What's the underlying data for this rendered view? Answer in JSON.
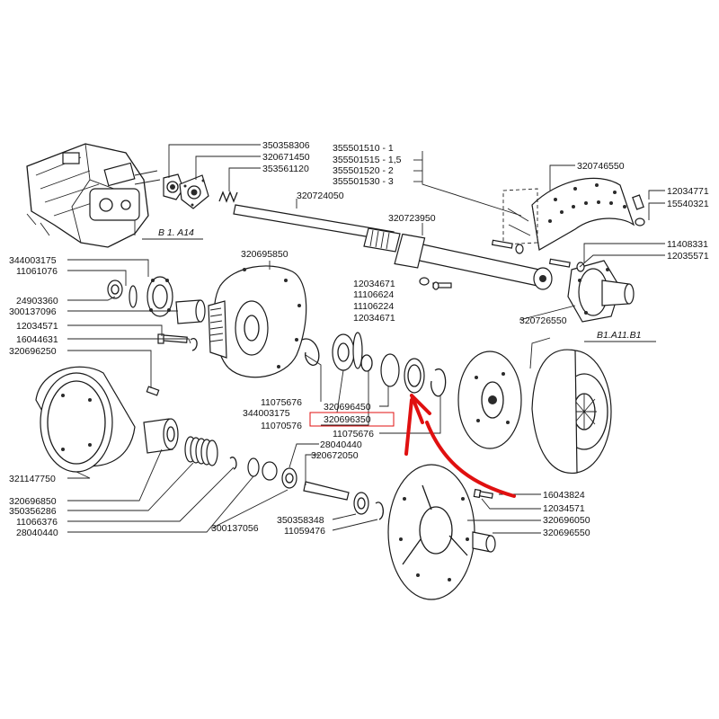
{
  "diagram": {
    "title": "",
    "labels": {
      "p350358306": "350358306",
      "p320671450": "320671450",
      "p353561120": "353561120",
      "p320724050": "320724050",
      "p355501510": "355501510 - 1",
      "p355501515": "355501515 - 1,5",
      "p355501520": "355501520 - 2",
      "p355501530": "355501530 - 3",
      "p320746550": "320746550",
      "p12034771": "12034771",
      "p15540321": "15540321",
      "p320723950": "320723950",
      "p11408331": "11408331",
      "p12035571": "12035571",
      "p320695850": "320695850",
      "p344003175a": "344003175",
      "p11061076": "11061076",
      "p24903360": "24903360",
      "p300137096": "300137096",
      "p12034571a": "12034571",
      "p16044631": "16044631",
      "p320696250": "320696250",
      "p12034671a": "12034671",
      "p11106624": "11106624",
      "p11106224": "11106224",
      "p12034671b": "12034671",
      "p320726550": "320726550",
      "p11075676a": "11075676",
      "p344003175b": "344003175",
      "p11070576": "11070576",
      "p320696450": "320696450",
      "p320696350": "320696350",
      "p11075676b": "11075676",
      "p28040440a": "28040440",
      "p320672050": "320672050",
      "p321147750": "321147750",
      "p320696850": "320696850",
      "p350356286": "350356286",
      "p11066376": "11066376",
      "p28040440b": "28040440",
      "p300137056": "300137056",
      "p350358348": "350358348",
      "p11059476": "11059476",
      "p16043824": "16043824",
      "p12034571b": "12034571",
      "p320696050": "320696050",
      "p320696550": "320696550"
    },
    "refs": {
      "b1a14": "B 1. A14",
      "b1a11b1": "B1.A11.B1"
    },
    "highlight": {
      "color": "#e01010",
      "target_label": "320696350"
    }
  }
}
